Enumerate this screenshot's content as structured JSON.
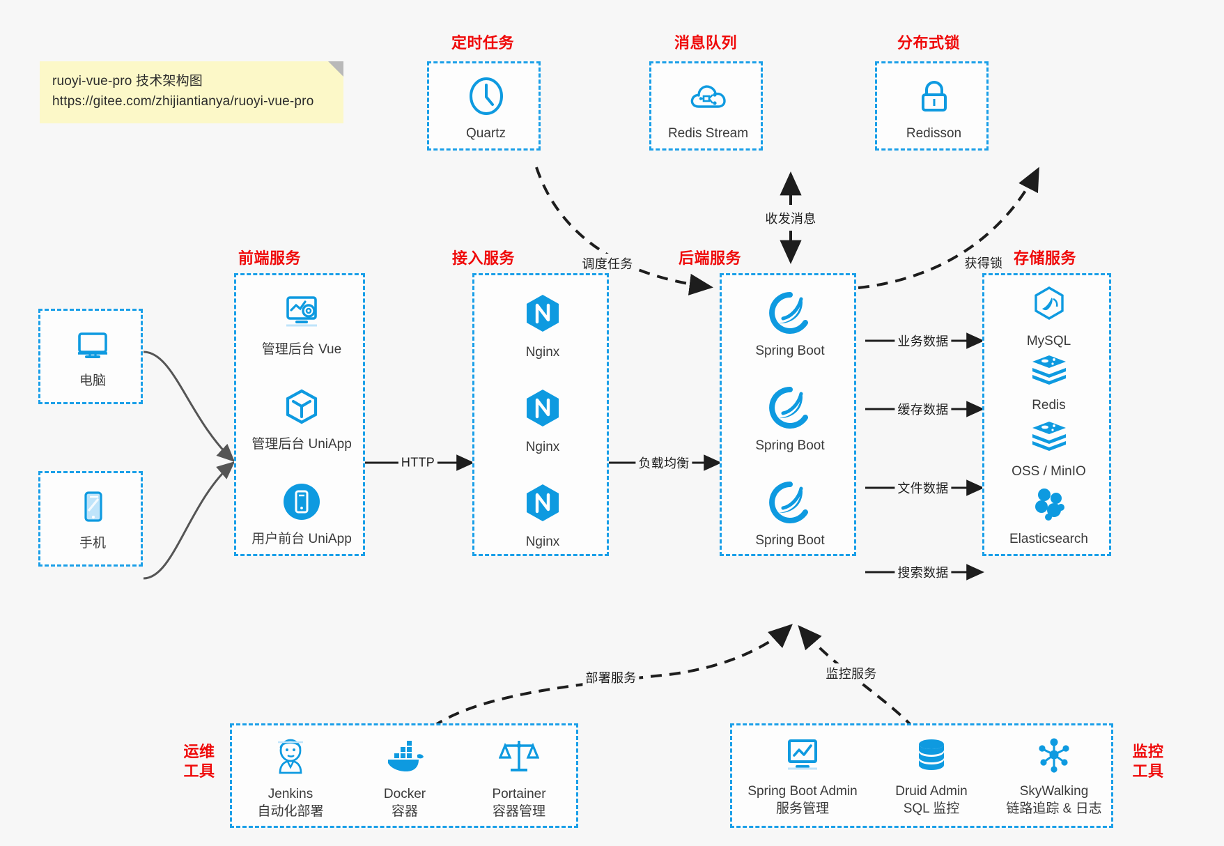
{
  "note": {
    "line1": "ruoyi-vue-pro 技术架构图",
    "line2": "https://gitee.com/zhijiantianya/ruoyi-vue-pro"
  },
  "colors": {
    "accent_blue": "#1a9fe8",
    "icon_blue": "#0e9ae0",
    "title_red": "#ef0a0a",
    "note_yellow": "#fcf8c8",
    "edge_dark": "#1d1d1d",
    "client_edge": "#555555",
    "background": "#f7f7f7"
  },
  "groups": {
    "scheduler": {
      "title": "定时任务",
      "nodes": [
        {
          "label": "Quartz",
          "icon": "clock-icon"
        }
      ]
    },
    "mq": {
      "title": "消息队列",
      "nodes": [
        {
          "label": "Redis Stream",
          "icon": "cloud-stream-icon"
        }
      ]
    },
    "lock": {
      "title": "分布式锁",
      "nodes": [
        {
          "label": "Redisson",
          "icon": "padlock-icon"
        }
      ]
    },
    "clients": {
      "nodes": [
        {
          "label": "电脑",
          "icon": "desktop-monitor-icon"
        },
        {
          "label": "手机",
          "icon": "mobile-phone-icon"
        }
      ]
    },
    "frontend": {
      "title": "前端服务",
      "nodes": [
        {
          "label": "管理后台 Vue",
          "icon": "dashboard-gear-icon"
        },
        {
          "label": "管理后台 UniApp",
          "icon": "uniapp-cube-icon"
        },
        {
          "label": "用户前台 UniApp",
          "icon": "mobile-app-icon"
        }
      ]
    },
    "gateway": {
      "title": "接入服务",
      "nodes": [
        {
          "label": "Nginx",
          "icon": "nginx-icon"
        },
        {
          "label": "Nginx",
          "icon": "nginx-icon"
        },
        {
          "label": "Nginx",
          "icon": "nginx-icon"
        }
      ]
    },
    "backend": {
      "title": "后端服务",
      "nodes": [
        {
          "label": "Spring Boot",
          "icon": "spring-boot-icon"
        },
        {
          "label": "Spring Boot",
          "icon": "spring-boot-icon"
        },
        {
          "label": "Spring Boot",
          "icon": "spring-boot-icon"
        }
      ]
    },
    "storage": {
      "title": "存储服务",
      "nodes": [
        {
          "label": "MySQL",
          "icon": "mysql-icon"
        },
        {
          "label": "Redis",
          "icon": "redis-icon"
        },
        {
          "label": "OSS / MinIO",
          "icon": "oss-minio-icon"
        },
        {
          "label": "Elasticsearch",
          "icon": "elasticsearch-icon"
        }
      ]
    },
    "devops": {
      "title": "运维\n工具",
      "title_line1": "运维",
      "title_line2": "工具",
      "nodes": [
        {
          "label": "Jenkins",
          "sublabel": "自动化部署",
          "icon": "jenkins-icon"
        },
        {
          "label": "Docker",
          "sublabel": "容器",
          "icon": "docker-icon"
        },
        {
          "label": "Portainer",
          "sublabel": "容器管理",
          "icon": "portainer-scales-icon"
        }
      ]
    },
    "monitoring": {
      "title_line1": "监控",
      "title_line2": "工具",
      "nodes": [
        {
          "label": "Spring Boot Admin",
          "sublabel": "服务管理",
          "icon": "monitor-chart-icon"
        },
        {
          "label": "Druid Admin",
          "sublabel": "SQL 监控",
          "icon": "database-stack-icon"
        },
        {
          "label": "SkyWalking",
          "sublabel": "链路追踪 & 日志",
          "icon": "skywalking-nodes-icon"
        }
      ]
    }
  },
  "edges": {
    "schedule_task": "调度任务",
    "send_receive": "收发消息",
    "acquire_lock": "获得锁",
    "http": "HTTP",
    "load_balance": "负载均衡",
    "business_data": "业务数据",
    "cache_data": "缓存数据",
    "file_data": "文件数据",
    "search_data": "搜索数据",
    "deploy_service": "部署服务",
    "monitor_service": "监控服务"
  }
}
